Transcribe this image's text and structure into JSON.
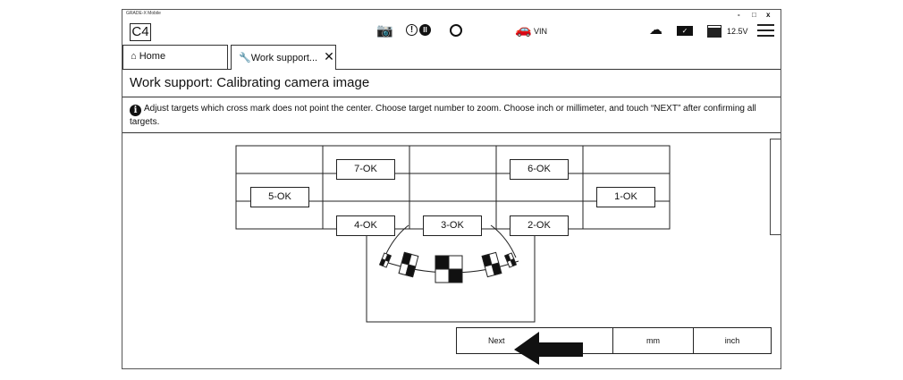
{
  "app": {
    "title": "GRADE-X Mobile",
    "window_controls": [
      "-",
      "□",
      "x"
    ]
  },
  "header": {
    "logo": "C4",
    "vin_label": "VIN",
    "voltage": "12.5V",
    "icons": [
      "screenshot-icon",
      "alert-icon",
      "pause-icon",
      "user-icon",
      "car-icon",
      "wireless-icon",
      "vci-icon",
      "battery-icon",
      "menu-icon"
    ]
  },
  "tabs": [
    {
      "label": "Home",
      "icon": "home-icon"
    },
    {
      "label": "Work support...",
      "icon": "wrench-icon"
    }
  ],
  "page_title": "Work support: Calibrating camera image",
  "info_text": "Adjust targets which cross mark does not point the center. Choose target number to zoom. Choose inch or millimeter, and touch “NEXT” after confirming all targets.",
  "targets": [
    "7-OK",
    "6-OK",
    "5-OK",
    "1-OK",
    "4-OK",
    "3-OK",
    "2-OK"
  ],
  "buttons": {
    "next": "Next",
    "mm": "mm",
    "inch": "inch"
  }
}
